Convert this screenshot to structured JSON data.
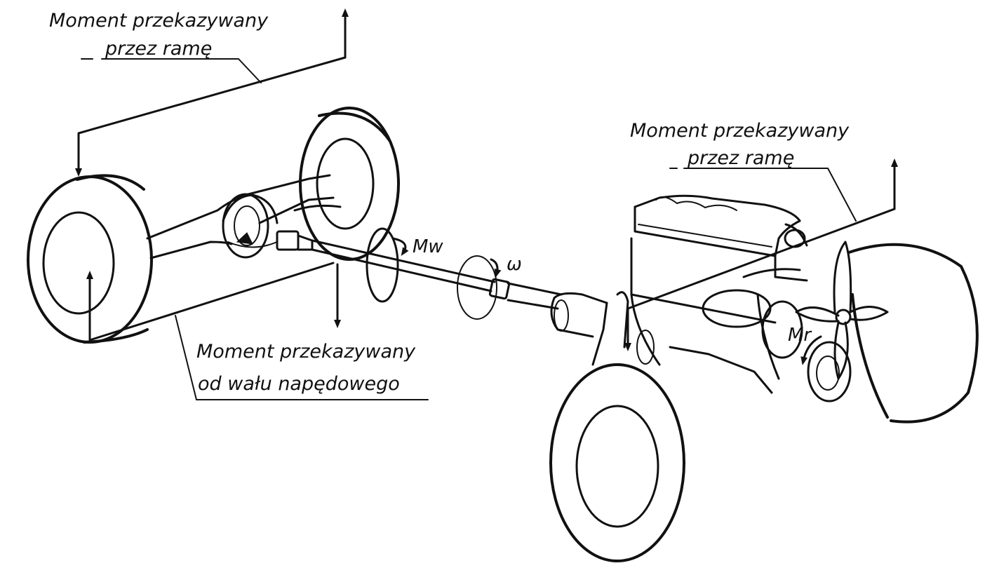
{
  "labels": {
    "frame_left_line1": "Moment przekazywany",
    "frame_left_line2": "przez ramę",
    "frame_right_line1": "Moment przekazywany",
    "frame_right_line2": "przez ramę",
    "driveshaft_line1": "Moment przekazywany",
    "driveshaft_line2": "od wału napędowego"
  },
  "symbols": {
    "wheel_moment": "Mw",
    "angular_velocity": "ω",
    "reaction_moment": "Mr"
  }
}
